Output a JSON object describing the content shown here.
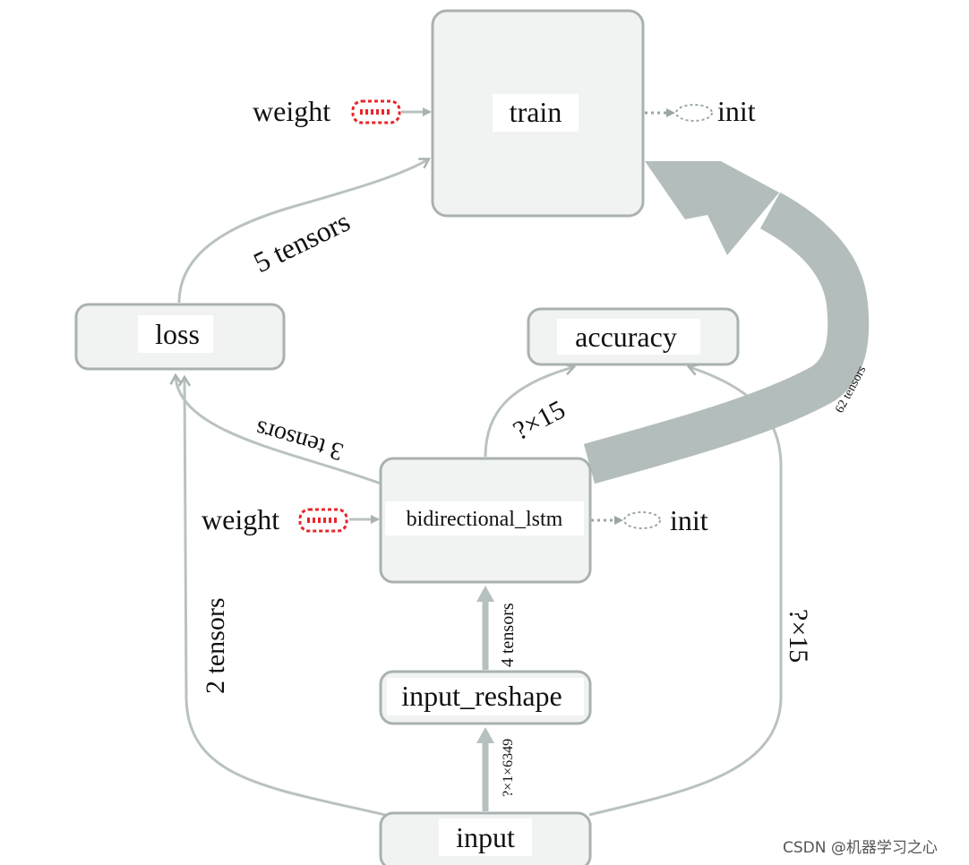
{
  "nodes": {
    "train": "train",
    "loss": "loss",
    "accuracy": "accuracy",
    "bidirectional_lstm": "bidirectional_lstm",
    "input_reshape": "input_reshape",
    "input": "input"
  },
  "side_labels": {
    "weight_top": "weight",
    "init_top": "init",
    "weight_mid": "weight",
    "init_mid": "init"
  },
  "edge_labels": {
    "loss_to_train": "5 tensors",
    "lstm_to_loss": "3 tensors",
    "lstm_to_accuracy": "?×15",
    "lstm_to_train": "62 tensors",
    "input_to_loss": "2 tensors",
    "input_to_accuracy": "?×15",
    "reshape_to_lstm": "4 tensors",
    "input_to_reshape": "?×1×6349"
  },
  "watermark": "CSDN @机器学习之心",
  "colors": {
    "node_fill": "#f1f3f3",
    "node_stroke": "#a9b2b1",
    "edge": "#b9c2c1",
    "thick_edge": "#b6c0bf",
    "weight_icon": "#e8262b"
  }
}
